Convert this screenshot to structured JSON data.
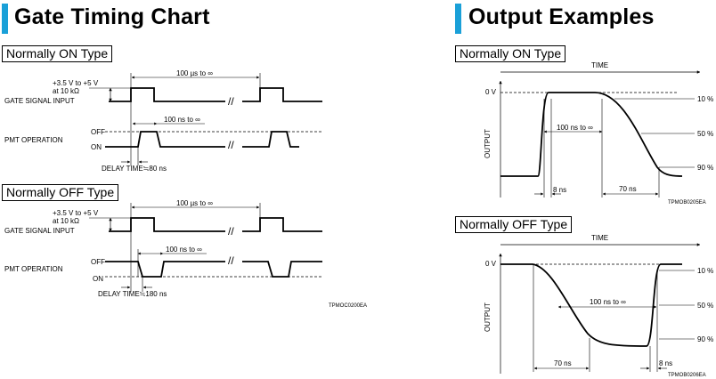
{
  "gate_timing": {
    "title": "Gate Timing Chart",
    "normally_on": {
      "label": "Normally ON Type",
      "voltage_label": "+3.5 V to +5 V",
      "impedance_label": "at 10 kΩ",
      "gate_signal_label": "GATE SIGNAL INPUT",
      "pmt_label": "PMT OPERATION",
      "off_label": "OFF",
      "on_label": "ON",
      "period_label": "100 µs to ∞",
      "pulse_label": "100 ns to ∞",
      "delay_label": "DELAY TIME≒80 ns"
    },
    "normally_off": {
      "label": "Normally OFF Type",
      "voltage_label": "+3.5 V to +5 V",
      "impedance_label": "at 10 kΩ",
      "gate_signal_label": "GATE SIGNAL INPUT",
      "pmt_label": "PMT OPERATION",
      "off_label": "OFF",
      "on_label": "ON",
      "period_label": "100 µs to ∞",
      "pulse_label": "100 ns to ∞",
      "delay_label": "DELAY TIME≒180 ns"
    },
    "code": "TPMOC0200EA"
  },
  "output_examples": {
    "title": "Output Examples",
    "normally_on": {
      "label": "Normally ON Type",
      "time_label": "TIME",
      "output_label": "OUTPUT",
      "zero_label": "0 V",
      "level_10": "10 %",
      "level_50": "50 %",
      "level_90": "90 %",
      "pulse_label": "100 ns to ∞",
      "rise_label": "8 ns",
      "fall_label": "70 ns",
      "code": "TPMOB0205EA"
    },
    "normally_off": {
      "label": "Normally OFF Type",
      "time_label": "TIME",
      "output_label": "OUTPUT",
      "zero_label": "0 V",
      "level_10": "10 %",
      "level_50": "50 %",
      "level_90": "90 %",
      "pulse_label": "100 ns to ∞",
      "fall_label": "70 ns",
      "rise_label": "8 ns",
      "code": "TPMOB0206EA"
    }
  }
}
